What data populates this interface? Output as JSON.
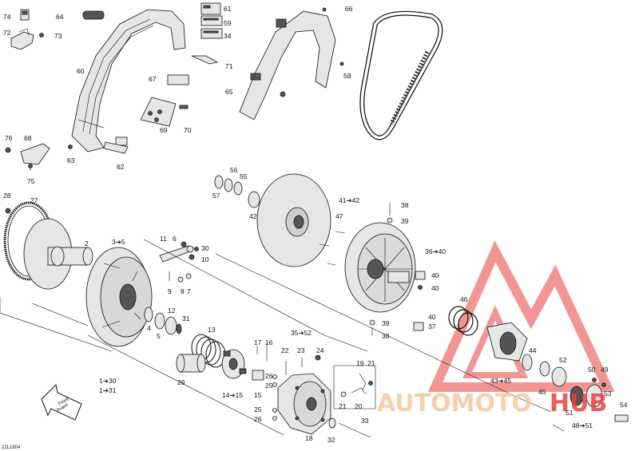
{
  "doc_code": "22L1604",
  "front_arrow": {
    "line1": "Front",
    "line2": "Avant"
  },
  "watermark": {
    "part1": "AUTOMOTO",
    "part2": "HUB",
    "color_light": "#f7c8a0",
    "color_red": "#e8423f"
  },
  "labels": {
    "p74": "74",
    "p72": "72",
    "p73": "73",
    "p64": "64",
    "p60": "60",
    "p61": "61",
    "p59": "59",
    "p34": "34",
    "p71": "71",
    "p67": "67",
    "p65": "65",
    "p66": "66",
    "p58": "58",
    "p69": "69",
    "p70": "70",
    "p68": "68",
    "p76": "76",
    "p63": "63",
    "p62": "62",
    "p75": "75",
    "p28": "28",
    "p27": "27",
    "p2": "2",
    "p3_5": "3➔5",
    "p56": "56",
    "p55": "55",
    "p57": "57",
    "p42": "42",
    "p41_42": "41➔42",
    "p38a": "38",
    "p39a": "39",
    "p47": "47",
    "p36_40": "36➔40",
    "p11": "11",
    "p6": "6",
    "p30": "30",
    "p10": "10",
    "p9": "9",
    "p8": "8",
    "p7": "7",
    "p46": "46",
    "p40a": "40",
    "p40b": "40",
    "p37": "37",
    "p39b": "39",
    "p38b": "38",
    "p4": "4",
    "p5": "5",
    "p12": "12",
    "p31": "31",
    "p13": "13",
    "p35_52": "35➔52",
    "p17": "17",
    "p16": "16",
    "p22": "22",
    "p23": "23",
    "p24": "24",
    "p19": "19",
    "p21a": "21",
    "p44": "44",
    "p52": "52",
    "p1_30": "1➔30",
    "p1_31": "1➔31",
    "p29": "29",
    "p14_15": "14➔15",
    "p15": "15",
    "p26a": "26",
    "p25a": "25",
    "p43_45": "43➔45",
    "p45": "45",
    "p50": "50",
    "p49": "49",
    "p53": "53",
    "p21b": "21",
    "p20": "20",
    "p25b": "25",
    "p26b": "26",
    "p33": "33",
    "p51": "51",
    "p54": "54",
    "p48_51": "48➔51",
    "p18": "18",
    "p32": "32"
  }
}
